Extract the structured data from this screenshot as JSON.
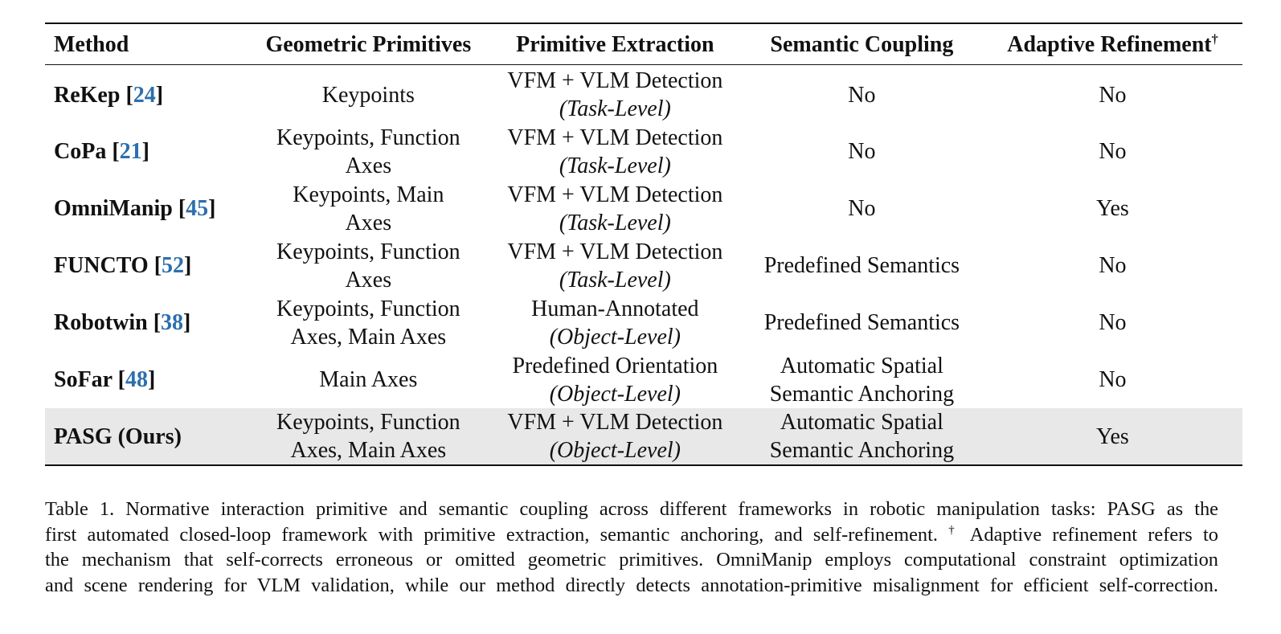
{
  "table": {
    "headers": {
      "method": "Method",
      "geometric_primitives": "Geometric Primitives",
      "primitive_extraction": "Primitive Extraction",
      "semantic_coupling": "Semantic Coupling",
      "adaptive_refinement": "Adaptive Refinement",
      "adaptive_refinement_mark": "†"
    },
    "rows": [
      {
        "method": "ReKep",
        "ref": "24",
        "geo": [
          "Keypoints"
        ],
        "extraction": "VFM + VLM Detection",
        "level": "(Task-Level)",
        "semantic": [
          "No"
        ],
        "adaptive": "No"
      },
      {
        "method": "CoPa",
        "ref": "21",
        "geo": [
          "Keypoints, Function",
          "Axes"
        ],
        "extraction": "VFM + VLM Detection",
        "level": "(Task-Level)",
        "semantic": [
          "No"
        ],
        "adaptive": "No"
      },
      {
        "method": "OmniManip",
        "ref": "45",
        "geo": [
          "Keypoints, Main",
          "Axes"
        ],
        "extraction": "VFM + VLM Detection",
        "level": "(Task-Level)",
        "semantic": [
          "No"
        ],
        "adaptive": "Yes"
      },
      {
        "method": "FUNCTO",
        "ref": "52",
        "geo": [
          "Keypoints, Function",
          "Axes"
        ],
        "extraction": "VFM + VLM Detection",
        "level": "(Task-Level)",
        "semantic": [
          "Predefined Semantics"
        ],
        "adaptive": "No"
      },
      {
        "method": "Robotwin",
        "ref": "38",
        "geo": [
          "Keypoints, Function",
          "Axes, Main Axes"
        ],
        "extraction": "Human-Annotated",
        "level": "(Object-Level)",
        "semantic": [
          "Predefined Semantics"
        ],
        "adaptive": "No"
      },
      {
        "method": "SoFar",
        "ref": "48",
        "geo": [
          "Main Axes"
        ],
        "extraction": "Predefined Orientation",
        "level": "(Object-Level)",
        "semantic": [
          "Automatic Spatial",
          "Semantic Anchoring"
        ],
        "adaptive": "No"
      },
      {
        "method": "PASG (Ours)",
        "ref": "",
        "geo": [
          "Keypoints, Function",
          "Axes, Main Axes"
        ],
        "extraction": "VFM + VLM Detection",
        "level": "(Object-Level)",
        "semantic": [
          "Automatic Spatial",
          "Semantic Anchoring"
        ],
        "adaptive": "Yes"
      }
    ]
  },
  "caption": {
    "line1": "Table 1. Normative interaction primitive and semantic coupling across different frameworks in robotic manipulation tasks: PASG as the",
    "line2_pre": "first automated closed-loop framework with primitive extraction, semantic anchoring, and self-refinement.",
    "line2_mark": "†",
    "line2_post": "Adaptive refinement refers to",
    "line3": "the mechanism that self-corrects erroneous or omitted geometric primitives. OmniManip employs computational constraint optimization",
    "line4": "and scene rendering for VLM validation, while our method directly detects annotation-primitive misalignment for efficient self-correction."
  },
  "colors": {
    "citation": "#2c6fad",
    "highlight_row": "#e8e8e8",
    "text": "#111111"
  }
}
